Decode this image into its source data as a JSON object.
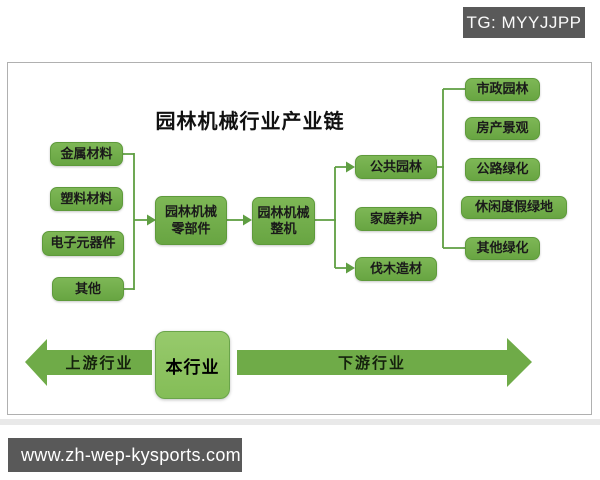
{
  "badge": {
    "label": "TG: MYYJJPP"
  },
  "diagram": {
    "title": "园林机械行业产业链",
    "upstream_boxes": [
      "金属材料",
      "塑料材料",
      "电子元器件",
      "其他"
    ],
    "parts_box": {
      "line1": "园林机械",
      "line2": "零部件"
    },
    "machine_box": {
      "line1": "园林机械",
      "line2": "整机"
    },
    "application_boxes": [
      "公共园林",
      "家庭养护",
      "伐木造材"
    ],
    "greening_boxes": [
      "市政园林",
      "房产景观",
      "公路绿化",
      "休闲度假绿地",
      "其他绿化"
    ],
    "bottom": {
      "upstream": "上游行业",
      "current": "本行业",
      "downstream": "下游行业"
    }
  },
  "footer": {
    "url": "www.zh-wep-kysports.com"
  },
  "colors": {
    "box_green": "#71ad47",
    "current_box_green": "#8cc461",
    "arrow_green": "#6fab48",
    "connector_green": "#5f9e42",
    "badge_gray": "#595959"
  }
}
